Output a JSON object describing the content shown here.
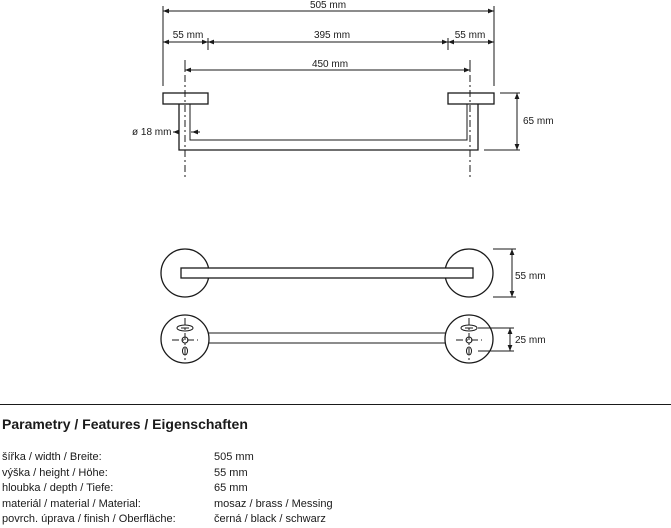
{
  "drawing": {
    "dimensions": {
      "total_width": "505 mm",
      "left_offset": "55 mm",
      "inner_span": "395 mm",
      "right_offset": "55 mm",
      "bar_length": "450 mm",
      "depth": "65 mm",
      "diameter": "ø 18 mm",
      "height": "55 mm",
      "mount_size": "25 mm"
    }
  },
  "features": {
    "title": "Parametry / Features / Eigenschaften",
    "rows": [
      {
        "label": "šířka / width / Breite:",
        "value": "505 mm"
      },
      {
        "label": "výška / height / Höhe:",
        "value": "55 mm"
      },
      {
        "label": "hloubka / depth / Tiefe:",
        "value": "65 mm"
      },
      {
        "label": "materiál / material / Material:",
        "value": "mosaz / brass / Messing"
      },
      {
        "label": "povrch. úprava / finish / Oberfläche:",
        "value": "černá / black / schwarz"
      }
    ]
  }
}
